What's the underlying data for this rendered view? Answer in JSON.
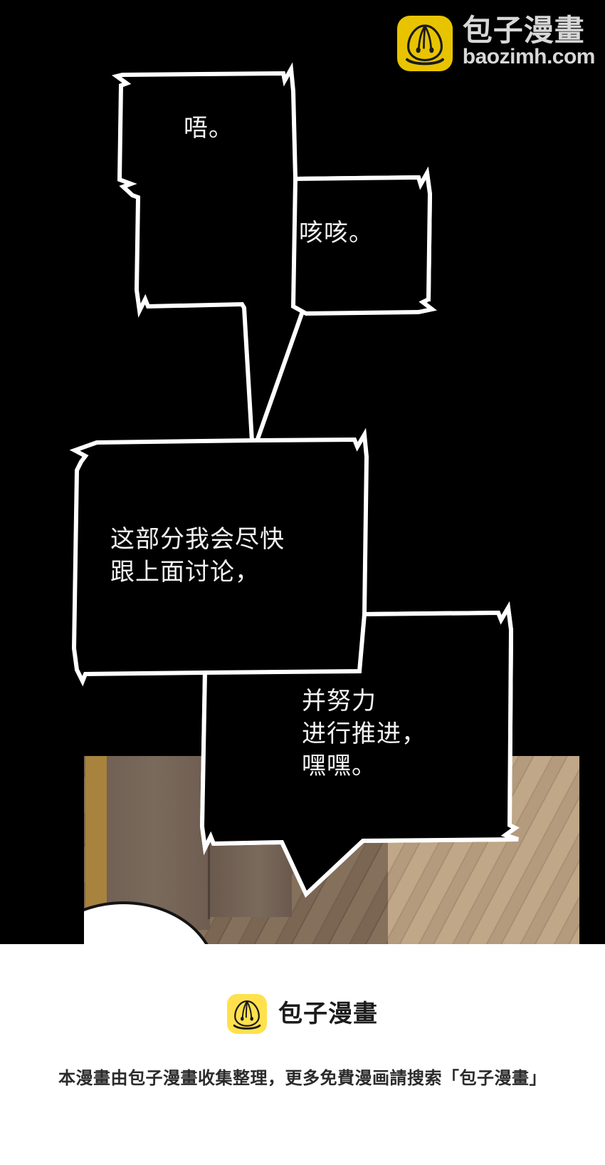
{
  "page": {
    "background_color": "#000000",
    "panel_background": "#000000",
    "footer_background": "#ffffff"
  },
  "watermark": {
    "logo_icon": "baozi-bun-logo-icon",
    "logo_color": "#E8C400",
    "brand_cn": "包子漫畫",
    "url": "baozimh.com",
    "text_color": "#D8D8D8"
  },
  "bubbles": [
    {
      "id": "bubble-1",
      "text": "唔。",
      "text_color": "#f2f2f2",
      "outline_color": "#ffffff",
      "fill_color": "#000000"
    },
    {
      "id": "bubble-2",
      "text": "咳咳。",
      "text_color": "#f2f2f2",
      "outline_color": "#ffffff",
      "fill_color": "#000000"
    },
    {
      "id": "bubble-3",
      "text": "这部分我会尽快\n跟上面讨论，",
      "text_color": "#f2f2f2",
      "outline_color": "#ffffff",
      "fill_color": "#000000"
    },
    {
      "id": "bubble-4",
      "text": "并努力\n进行推进，\n嘿嘿。",
      "text_color": "#f2f2f2",
      "outline_color": "#ffffff",
      "fill_color": "#000000"
    }
  ],
  "artwork": {
    "description": "wooden-floor-and-wall-scene",
    "floor_color": "#bfa787",
    "floor_shadow_color": "#7b6654",
    "wall_color": "#7a6a5c",
    "wall_strip_color": "#a8833e",
    "head_color": "#ffffff"
  },
  "footer": {
    "logo_icon": "baozi-bun-logo-icon",
    "logo_color": "#FFE14D",
    "brand_cn": "包子漫畫",
    "note": "本漫畫由包子漫畫收集整理，更多免費漫画請搜索「包子漫畫」",
    "note_color": "#2b2b2b"
  }
}
